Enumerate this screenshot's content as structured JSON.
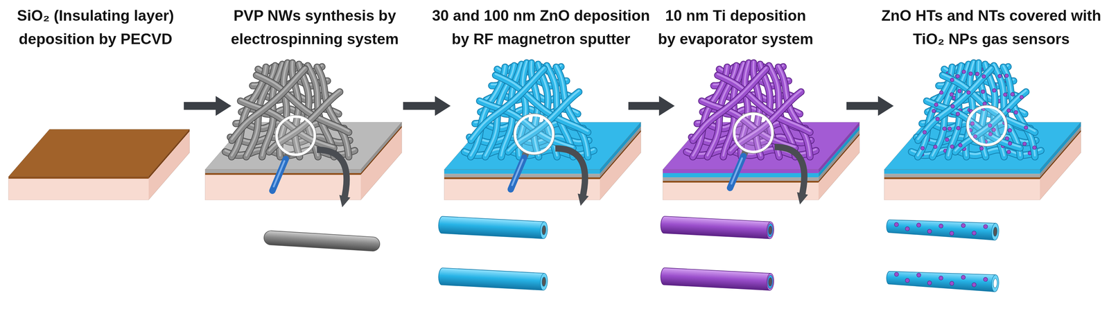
{
  "diagram": {
    "nodes": [
      {
        "text": [
          "SiO₂ (Insulating layer) deposition by PECVD"
        ]
      },
      {
        "text": [
          "PVP NWs synthesis by electrospinning system"
        ]
      },
      {
        "text": [
          "30 and 100 nm ZnO deposition by RF magnetron sputter"
        ]
      },
      {
        "text": [
          "10 nm Ti deposition by evaporator system"
        ]
      },
      {
        "text": [
          "ZnO HTs and NTs covered with TiO₂ NPs gas sensors"
        ]
      }
    ],
    "edges": [
      {
        "from": 0,
        "to": 1,
        "arrow": "to"
      },
      {
        "from": 1,
        "to": 2,
        "arrow": "to"
      },
      {
        "from": 2,
        "to": 3,
        "arrow": "to"
      },
      {
        "from": 3,
        "to": 4,
        "arrow": "to"
      }
    ]
  }
}
